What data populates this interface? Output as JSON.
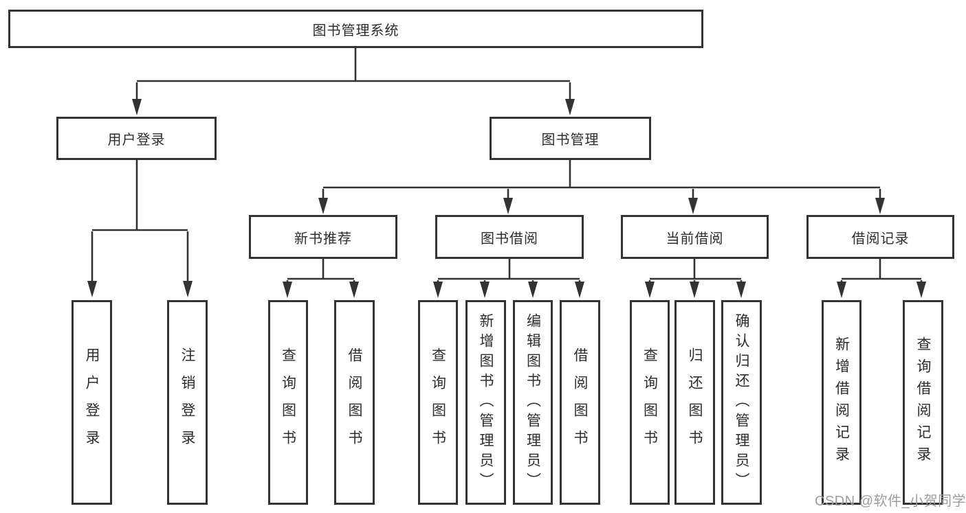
{
  "diagram": {
    "title": "图书管理系统",
    "level2": [
      {
        "label": "用户登录",
        "parent": "图书管理系统"
      },
      {
        "label": "图书管理",
        "parent": "图书管理系统"
      }
    ],
    "level3": [
      {
        "label": "新书推荐",
        "parent": "图书管理"
      },
      {
        "label": "图书借阅",
        "parent": "图书管理"
      },
      {
        "label": "当前借阅",
        "parent": "图书管理"
      },
      {
        "label": "借阅记录",
        "parent": "图书管理"
      }
    ],
    "leaves": [
      {
        "label": "用户登录",
        "parent": "用户登录"
      },
      {
        "label": "注销登录",
        "parent": "用户登录"
      },
      {
        "label": "查询图书",
        "parent": "新书推荐"
      },
      {
        "label": "借阅图书",
        "parent": "新书推荐"
      },
      {
        "label": "查询图书",
        "parent": "图书借阅"
      },
      {
        "label": "新增图书（管理员）",
        "parent": "图书借阅"
      },
      {
        "label": "编辑图书（管理员）",
        "parent": "图书借阅"
      },
      {
        "label": "借阅图书",
        "parent": "图书借阅"
      },
      {
        "label": "查询图书",
        "parent": "当前借阅"
      },
      {
        "label": "归还图书",
        "parent": "当前借阅"
      },
      {
        "label": "确认归还（管理员）",
        "parent": "当前借阅"
      },
      {
        "label": "新增借阅记录",
        "parent": "借阅记录"
      },
      {
        "label": "查询借阅记录",
        "parent": "借阅记录"
      }
    ],
    "watermark": "CSDN @软件_小贺同学",
    "colors": {
      "line": "#333333",
      "box_fill": "#ffffff",
      "text": "#2d2d2d",
      "watermark": "#9d9d9d"
    }
  }
}
